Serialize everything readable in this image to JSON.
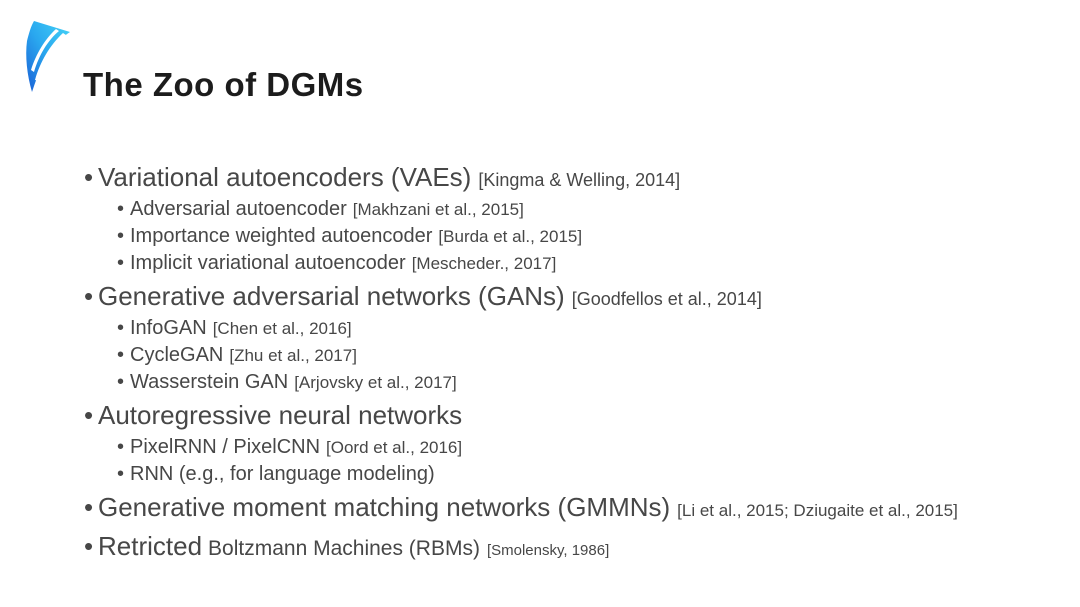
{
  "slide": {
    "title": "The Zoo of DGMs",
    "logo": "blue-swoosh-logo",
    "colors": {
      "title_text": "#1c1c1c",
      "body_text": "#474747",
      "background": "#ffffff",
      "logo_deep_blue": "#1a5fd6",
      "logo_mid_blue": "#2aa8ef",
      "logo_cyan": "#45d4f7"
    }
  },
  "list": {
    "items": [
      {
        "level": 1,
        "text": "Variational autoencoders (VAEs)",
        "cite": "[Kingma & Welling, 2014]"
      },
      {
        "level": 2,
        "text": "Adversarial autoencoder",
        "cite": "[Makhzani et al., 2015]"
      },
      {
        "level": 2,
        "text": "Importance weighted autoencoder",
        "cite": "[Burda et al., 2015]"
      },
      {
        "level": 2,
        "text": "Implicit variational autoencoder",
        "cite": "[Mescheder., 2017]"
      },
      {
        "level": 1,
        "text": "Generative adversarial networks (GANs)",
        "cite": "[Goodfellos et al., 2014]"
      },
      {
        "level": 2,
        "text": "InfoGAN",
        "cite": "[Chen et al., 2016]"
      },
      {
        "level": 2,
        "text": "CycleGAN",
        "cite": "[Zhu et al., 2017]"
      },
      {
        "level": 2,
        "text": "Wasserstein GAN",
        "cite": "[Arjovsky et al., 2017]"
      },
      {
        "level": 1,
        "text": "Autoregressive neural networks",
        "cite": ""
      },
      {
        "level": 2,
        "text": "PixelRNN / PixelCNN",
        "cite": "[Oord et al., 2016]"
      },
      {
        "level": 2,
        "text": "RNN (e.g., for language modeling)",
        "cite": ""
      },
      {
        "level": 1,
        "text": "Generative moment matching networks (GMMNs)",
        "cite": "[Li et al., 2015; Dziugaite et al., 2015]"
      },
      {
        "level": 1,
        "text": "Retricted",
        "subtext": "Boltzmann Machines (RBMs)",
        "cite": "[Smolensky, 1986]"
      }
    ]
  }
}
